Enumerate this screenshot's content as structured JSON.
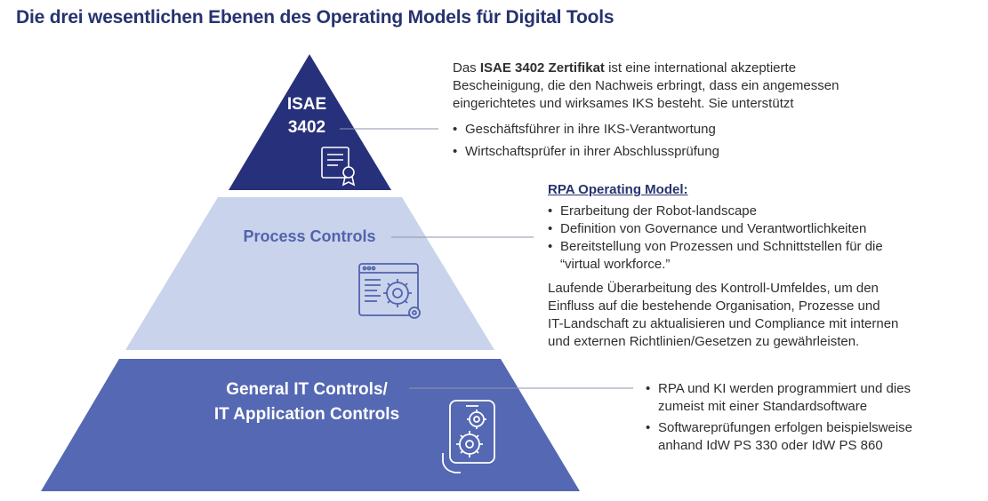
{
  "title": "Die drei wesentlichen Ebenen des Operating Models für Digital Tools",
  "pyramid": {
    "top_label_line1": "ISAE",
    "top_label_line2": "3402",
    "middle_label": "Process Controls",
    "bottom_label_line1": "General IT Controls/",
    "bottom_label_line2": "IT Application Controls",
    "colors": {
      "top": "#27307a",
      "middle": "#c9d3ec",
      "bottom": "#5468b3",
      "middle_text": "#5263ad"
    }
  },
  "isae": {
    "intro_prefix": "Das ",
    "intro_bold": "ISAE 3402 Zertifikat",
    "intro_line1_rest": " ist eine international akzeptierte",
    "intro_line2": "Bescheinigung, die den Nachweis erbringt, dass ein angemessen",
    "intro_line3": "eingerichtetes und wirksames IKS besteht. Sie unterstützt",
    "bullets": [
      "Geschäftsführer in ihre IKS-Verantwortung",
      "Wirtschaftsprüfer in ihrer Abschlussprüfung"
    ]
  },
  "rpa": {
    "heading": "RPA Operating Model:",
    "bullets": [
      "Erarbeitung der Robot-landscape",
      "Definition von Governance und Verantwortlichkeiten",
      "Bereitstellung von Prozessen und Schnittstellen für die",
      "“virtual workforce.”"
    ],
    "paragraph": [
      "Laufende Überarbeitung des Kontroll-Umfeldes, um den",
      "Einfluss auf die bestehende Organisation, Prozesse und",
      "IT-Landschaft zu aktualisieren und Compliance mit internen",
      "und externen Richtlinien/Gesetzen zu gewährleisten."
    ]
  },
  "general": {
    "bullet1_line1": "RPA und KI werden programmiert und dies",
    "bullet1_line2": "zumeist mit einer Standardsoftware",
    "bullet2_line1": "Softwareprüfungen erfolgen beispielsweise",
    "bullet2_line2": "anhand IdW PS 330 oder IdW PS 860"
  },
  "icons": [
    "certificate-icon",
    "browser-settings-icon",
    "mobile-gears-icon"
  ]
}
